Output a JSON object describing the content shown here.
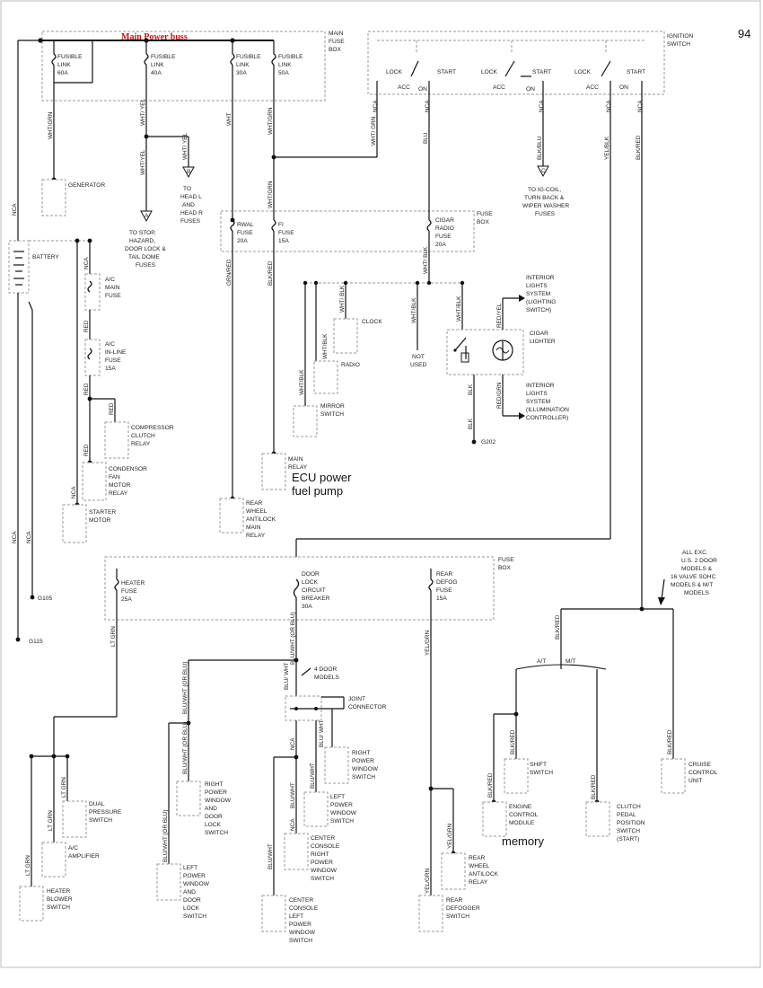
{
  "page_number": "94",
  "main_power_buss": "Main Power buss",
  "main_fuse_box": {
    "title": [
      "MAIN",
      "FUSE",
      "BOX"
    ],
    "links": [
      [
        "FUSIBLE",
        "LINK",
        "60A"
      ],
      [
        "FUSIBLE",
        "LINK",
        "40A"
      ],
      [
        "FUSIBLE",
        "LINK",
        "30A"
      ],
      [
        "FUSIBLE",
        "LINK",
        "50A"
      ]
    ]
  },
  "ignition_switch": {
    "title": [
      "IGNITION",
      "SWITCH"
    ],
    "positions": [
      "LOCK",
      "START",
      "ACC",
      "ON"
    ]
  },
  "fuse_box_upper": {
    "title": [
      "FUSE",
      "BOX"
    ],
    "fuses": [
      [
        "RWAL",
        "FUSE",
        "20A"
      ],
      [
        "FI",
        "FUSE",
        "15A"
      ],
      [
        "CIGAR",
        "RADIO",
        "FUSE",
        "20A"
      ]
    ]
  },
  "fuse_box_lower": {
    "title": [
      "FUSE",
      "BOX"
    ],
    "fuses": [
      [
        "HEATER",
        "FUSE",
        "25A"
      ],
      [
        "DOOR",
        "LOCK",
        "CIRCUIT",
        "BREAKER",
        "30A"
      ],
      [
        "REAR",
        "DEFOG",
        "FUSE",
        "15A"
      ]
    ]
  },
  "wires": {
    "wht_grn": "WHT/GRN",
    "wht_yel": "WHT/ YEL",
    "wht_yel2": "WHT/YEL",
    "wht_yel3": "WHT/ YEL",
    "wht": "WHT",
    "nca": "NCA",
    "blu": "BLU",
    "blk_blu": "BLK/BLU",
    "yel_blk": "YEL/BLK",
    "blk_red": "BLK/RED",
    "wht_grn_sw": "WHT/ GRN",
    "grn_red": "GRN/RED",
    "red": "RED",
    "wht_blk": "WHT/ BLK",
    "wht_blk2": "WHT/BLK",
    "red_yel": "RED/YEL",
    "red_grn": "RED/GRN",
    "blk": "BLK",
    "lt_grn": "LT GRN",
    "blu_wht": "BLU/WHT (OR BLU)",
    "blu_wht2": "BLU/ WHT",
    "blu_wht3": "BLU/WHT",
    "yel_grn": "YEL/GRN"
  },
  "components": {
    "generator": "GENERATOR",
    "battery": "BATTERY",
    "ac_main_fuse": [
      "A/C",
      "MAIN",
      "FUSE"
    ],
    "ac_inline_fuse": [
      "A/C",
      "IN-LINE",
      "FUSE",
      "15A"
    ],
    "compressor_relay": [
      "COMPRESSOR",
      "CLUTCH",
      "RELAY"
    ],
    "condensor_relay": [
      "CONDENSOR",
      "FAN",
      "MOTOR",
      "RELAY"
    ],
    "starter": [
      "STARTER",
      "MOTOR"
    ],
    "g105": "G105",
    "g115": "G115",
    "g202": "G202",
    "to_a": [
      "TO STOP,",
      "HAZARD,",
      "DOOR LOCK &",
      "TAIL DOME",
      "FUSES"
    ],
    "to_b": [
      "TO",
      "HEAD L",
      "AND",
      "HEAD R",
      "FUSES"
    ],
    "to_c": [
      "TO IG-COIL,",
      "TURN BACK &",
      "WIPER WASHER",
      "FUSES"
    ],
    "conn_a": "A",
    "conn_b": "B",
    "conn_c": "C",
    "rear_wheel_relay": [
      "REAR",
      "WHEEL",
      "ANTILOCK",
      "MAIN",
      "RELAY"
    ],
    "main_relay": [
      "MAIN",
      "RELAY"
    ],
    "ecu_note": [
      "ECU power",
      "fuel pump"
    ],
    "clock": "CLOCK",
    "radio": "RADIO",
    "mirror": [
      "MIRROR",
      "SWITCH"
    ],
    "not_used": [
      "NOT",
      "USED"
    ],
    "interior_lighting": [
      "INTERIOR",
      "LIGHTS",
      "SYSTEM",
      "(LIGHTING",
      "SWITCH)"
    ],
    "interior_illum": [
      "INTERIOR",
      "LIGHTS",
      "SYSTEM",
      "(ILLUMINATION",
      "CONTROLLER)"
    ],
    "cigar_lighter": [
      "CIGAR",
      "LIGHTER"
    ],
    "all_exc": [
      "ALL EXC.",
      "U.S. 2 DOOR",
      "MODELS &",
      "16 VALVE SOHC",
      "MODELS & M/T",
      "MODELS"
    ],
    "at": "A/T",
    "mt": "M/T",
    "four_door": [
      "4 DOOR",
      "MODELS"
    ],
    "joint_connector": [
      "JOINT",
      "CONNECTOR"
    ],
    "right_pw_switch": [
      "RIGHT",
      "POWER",
      "WINDOW",
      "SWITCH"
    ],
    "left_pw_switch": [
      "LEFT",
      "POWER",
      "WINDOW",
      "SWITCH"
    ],
    "cc_right": [
      "CENTER",
      "CONSOLE",
      "RIGHT",
      "POWER",
      "WINDOW",
      "SWITCH"
    ],
    "cc_left": [
      "CENTER",
      "CONSOLE",
      "LEFT",
      "POWER",
      "WINDOW",
      "SWITCH"
    ],
    "right_pw_door": [
      "RIGHT",
      "POWER",
      "WINDOW",
      "AND",
      "DOOR",
      "LOCK",
      "SWITCH"
    ],
    "left_pw_door": [
      "LEFT",
      "POWER",
      "WINDOW",
      "AND",
      "DOOR",
      "LOCK",
      "SWITCH"
    ],
    "dual_pressure": [
      "DUAL",
      "PRESSURE",
      "SWITCH"
    ],
    "ac_amp": [
      "A/C",
      "AMPLIFIER"
    ],
    "heater_blower": [
      "HEATER",
      "BLOWER",
      "SWITCH"
    ],
    "rear_wheel_antilock": [
      "REAR",
      "WHEEL",
      "ANTILOCK",
      "RELAY"
    ],
    "rear_defogger": [
      "REAR",
      "DEFOGGER",
      "SWITCH"
    ],
    "shift_switch": [
      "SHIFT",
      "SWITCH"
    ],
    "engine_control": [
      "ENGINE",
      "CONTROL",
      "MODULE"
    ],
    "memory": "memory",
    "clutch_pedal": [
      "CLUTCH",
      "PEDAL",
      "POSITION",
      "SWITCH",
      "(START)"
    ],
    "cruise_control": [
      "CRUISE",
      "CONTROL",
      "UNIT"
    ]
  }
}
